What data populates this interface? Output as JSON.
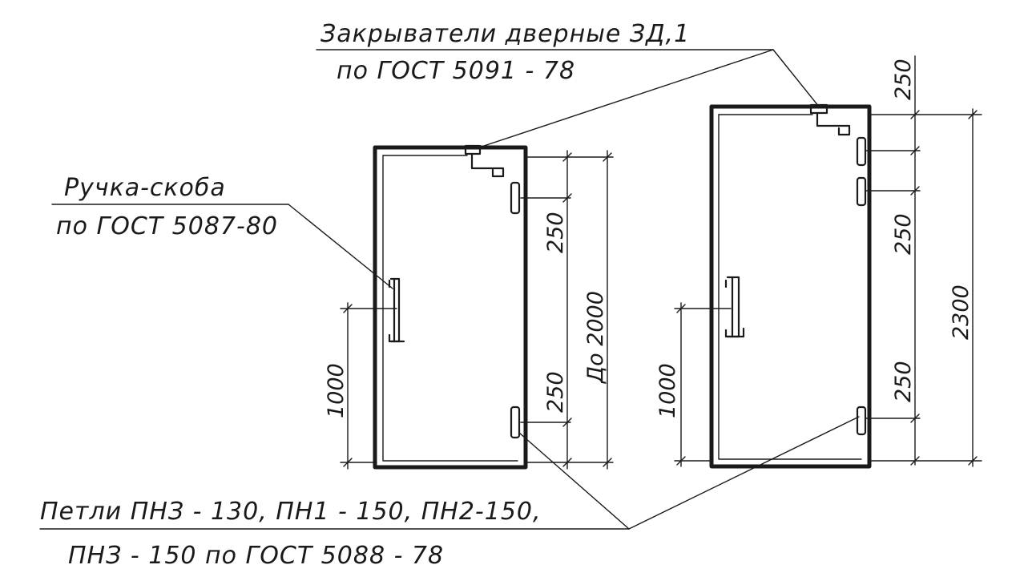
{
  "labels": {
    "closer_line1": "Закрыватели дверные ЗД,1",
    "closer_line2": "по ГОСТ 5091 - 78",
    "handle_line1": "Ручка-скоба",
    "handle_line2": "по ГОСТ 5087-80",
    "hinges_line1": "Петли ПНЗ - 130, ПН1 - 150, ПН2-150,",
    "hinges_line2": "ПНЗ - 150  по ГОСТ 5088 - 78"
  },
  "door_left": {
    "dim_top_hinge": "250",
    "dim_bottom_hinge": "250",
    "dim_height": "До 2000",
    "dim_handle": "1000"
  },
  "door_right": {
    "dim_closer": "250",
    "dim_top_hinge": "250",
    "dim_bottom_hinge": "250",
    "dim_height": "2300",
    "dim_handle": "1000"
  }
}
